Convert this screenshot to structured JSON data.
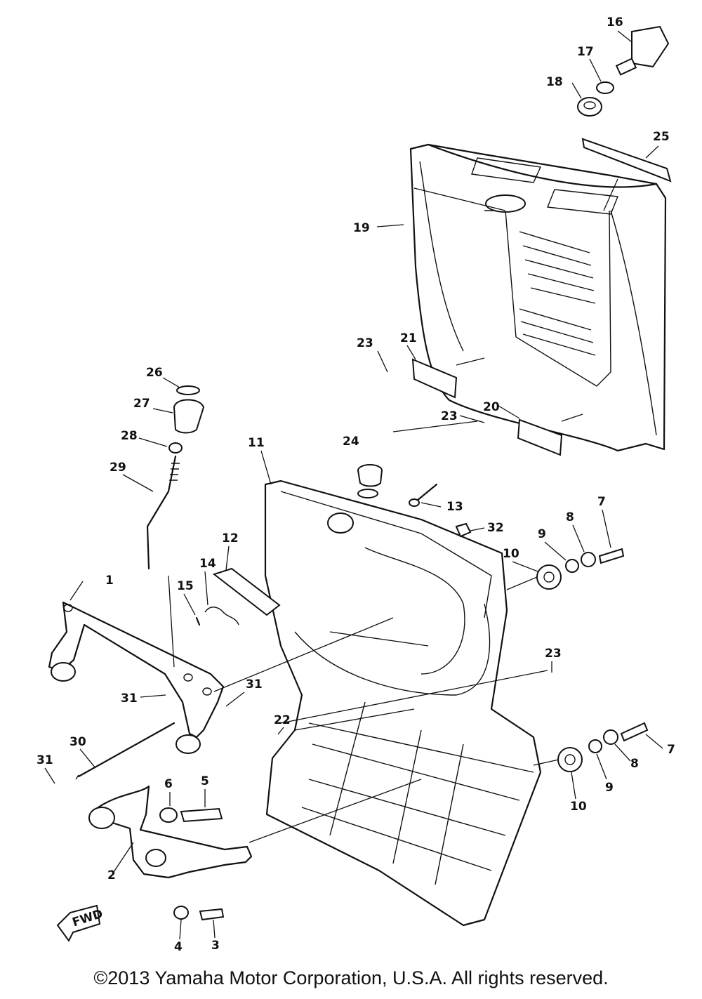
{
  "callouts": [
    "1",
    "2",
    "3",
    "4",
    "5",
    "6",
    "7",
    "7",
    "8",
    "8",
    "9",
    "9",
    "10",
    "10",
    "11",
    "12",
    "13",
    "14",
    "15",
    "16",
    "17",
    "18",
    "19",
    "20",
    "21",
    "22",
    "23",
    "23",
    "23",
    "24",
    "25",
    "26",
    "27",
    "28",
    "29",
    "30",
    "31",
    "31",
    "31",
    "32"
  ],
  "fwd_label": "FWD",
  "copyright": "©2013 Yamaha Motor Corporation, U.S.A. All rights reserved."
}
